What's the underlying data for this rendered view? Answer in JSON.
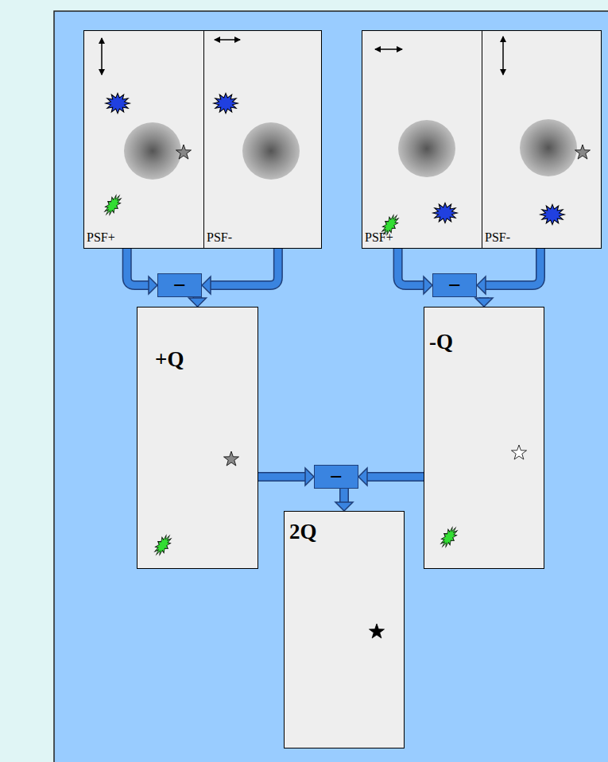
{
  "diagram": {
    "nodes": [
      {
        "text": [
          "PSF+"
        ]
      },
      {
        "text": [
          "PSF-"
        ]
      },
      {
        "text": [
          "PSF+"
        ]
      },
      {
        "text": [
          "PSF-"
        ]
      },
      {
        "text": [
          "−"
        ]
      },
      {
        "text": [
          "+Q"
        ]
      },
      {
        "text": [
          "−"
        ]
      },
      {
        "text": [
          "-Q"
        ]
      },
      {
        "text": [
          "−"
        ]
      },
      {
        "text": [
          "2Q"
        ]
      }
    ],
    "edges": [
      {
        "from": 0,
        "to": 4,
        "arrow": "to"
      },
      {
        "from": 1,
        "to": 4,
        "arrow": "to"
      },
      {
        "from": 4,
        "to": 5,
        "arrow": "to"
      },
      {
        "from": 2,
        "to": 6,
        "arrow": "to"
      },
      {
        "from": 3,
        "to": 6,
        "arrow": "to"
      },
      {
        "from": 6,
        "to": 7,
        "arrow": "to"
      },
      {
        "from": 5,
        "to": 8,
        "arrow": "to"
      },
      {
        "from": 7,
        "to": 8,
        "arrow": "to"
      },
      {
        "from": 8,
        "to": 9,
        "arrow": "to"
      }
    ]
  }
}
